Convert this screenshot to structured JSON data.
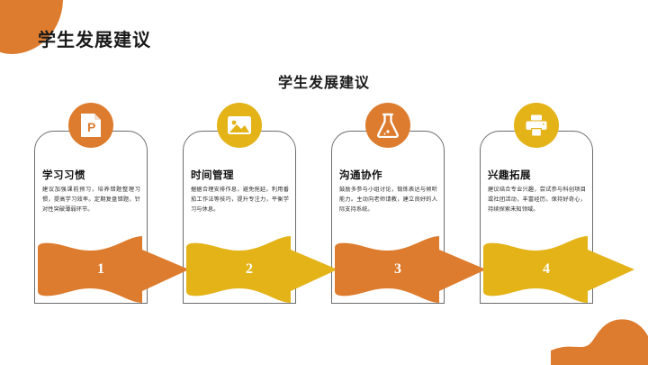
{
  "slide": {
    "header_title": "学生发展建议",
    "main_title": "学生发展建议"
  },
  "colors": {
    "orange": "#DD7C2E",
    "yellow": "#E3B318",
    "card_border": "#6d6d6d",
    "text": "#1a1a1a",
    "background": "#ffffff"
  },
  "cards": [
    {
      "title": "学习习惯",
      "body": "建议加强课前预习，培养错题整理习惯，提高学习效率。定期复盘错题，针对性突破薄弱环节。",
      "icon": "presentation-file-icon",
      "icon_color": "#DD7C2E",
      "number": "1",
      "arrow_color": "#DD7C2E"
    },
    {
      "title": "时间管理",
      "body": "据据合理安排作息，避免拖延。利用番茄工作法等技巧，提升专注力，平衡学习与休息。",
      "icon": "image-picture-icon",
      "icon_color": "#E3B318",
      "number": "2",
      "arrow_color": "#E3B318"
    },
    {
      "title": "沟通协作",
      "body": "鼓励多参与小组讨论，锻炼表达与倾听能力。主动向老师请教，建立良好的人际支持系统。",
      "icon": "flask-beaker-icon",
      "icon_color": "#DD7C2E",
      "number": "3",
      "arrow_color": "#DD7C2E"
    },
    {
      "title": "兴趣拓展",
      "body": "建议结合专业兴趣，尝试参与科创项目或社团活动，丰富经历。保持好奇心，持续探索未知领域。",
      "icon": "printer-icon",
      "icon_color": "#E3B318",
      "number": "4",
      "arrow_color": "#E3B318"
    }
  ],
  "decorations": {
    "top_left_blob": "orange-blob-shape",
    "bottom_right_blob": "orange-wave-shape"
  }
}
